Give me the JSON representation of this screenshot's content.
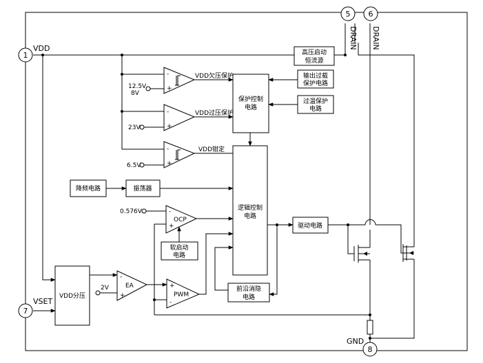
{
  "pins": [
    {
      "num": "1",
      "name": "VDD"
    },
    {
      "num": "5",
      "name": "DRAIN"
    },
    {
      "num": "6",
      "name": "DRAIN"
    },
    {
      "num": "7",
      "name": "VSET"
    },
    {
      "num": "8",
      "name": "GND"
    }
  ],
  "blocks": {
    "hv_start_l1": "高压启动",
    "hv_start_l2": "恒流源",
    "protect_l1": "保护控制",
    "protect_l2": "电路",
    "overload_l1": "输出过载",
    "overload_l2": "保护电路",
    "ovtemp_l1": "过温保护",
    "ovtemp_l2": "电路",
    "logic_l1": "逻辑控制",
    "logic_l2": "电路",
    "freq_reduce": "降频电路",
    "oscillator": "振荡器",
    "soft_start_l1": "软启动",
    "soft_start_l2": "电路",
    "driver": "驱动电路",
    "vdd_divider": "VDD分压",
    "leb_l1": "前沿消隐",
    "leb_l2": "电路",
    "ea": "EA",
    "pwm": "PWM",
    "ocp": "OCP"
  },
  "comparators": {
    "uvlo_out": "VDD欠压保护",
    "ovp_out": "VDD过压保护",
    "clamp_out": "VDD钳定"
  },
  "refs": {
    "uvlo_a": "12.5V",
    "uvlo_b": "8V",
    "ovp": "23V",
    "clamp": "6.5V",
    "ocp": "0.576V",
    "ea": "2V"
  }
}
